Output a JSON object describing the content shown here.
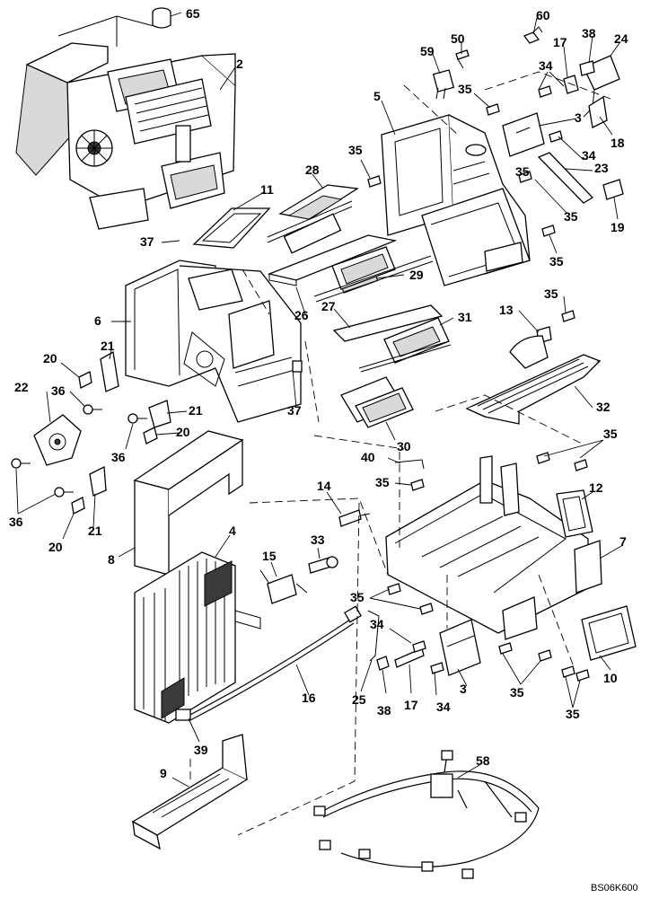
{
  "drawing_code": "BS06K600",
  "callouts": {
    "c65": "65",
    "c60": "60",
    "c50": "50",
    "c59": "59",
    "c17a": "17",
    "c38a": "38",
    "c24": "24",
    "c2": "2",
    "c34a": "34",
    "c5": "5",
    "c35a": "35",
    "c3a": "3",
    "c18": "18",
    "c35b": "35",
    "c34b": "34",
    "c28": "28",
    "c11": "11",
    "c35c": "35",
    "c23": "23",
    "c19": "19",
    "c35d": "35",
    "c37a": "37",
    "c35e": "35",
    "c29": "29",
    "c6": "6",
    "c26": "26",
    "c27": "27",
    "c31": "31",
    "c35f": "35",
    "c13": "13",
    "c21a": "21",
    "c20a": "20",
    "c22": "22",
    "c36a": "36",
    "c21b": "21",
    "c37b": "37",
    "c32": "32",
    "c36b": "36",
    "c20b": "20",
    "c30": "30",
    "c35g": "35",
    "c40": "40",
    "c35h": "35",
    "c36c": "36",
    "c21c": "21",
    "c20c": "20",
    "c14": "14",
    "c12": "12",
    "c4": "4",
    "c33": "33",
    "c15": "15",
    "c7": "7",
    "c8": "8",
    "c35i": "35",
    "c34c": "34",
    "c3b": "3",
    "c16": "16",
    "c25": "25",
    "c38b": "38",
    "c17b": "17",
    "c34d": "34",
    "c35j": "35",
    "c10": "10",
    "c35k": "35",
    "c39": "39",
    "c9": "9",
    "c58": "58"
  }
}
